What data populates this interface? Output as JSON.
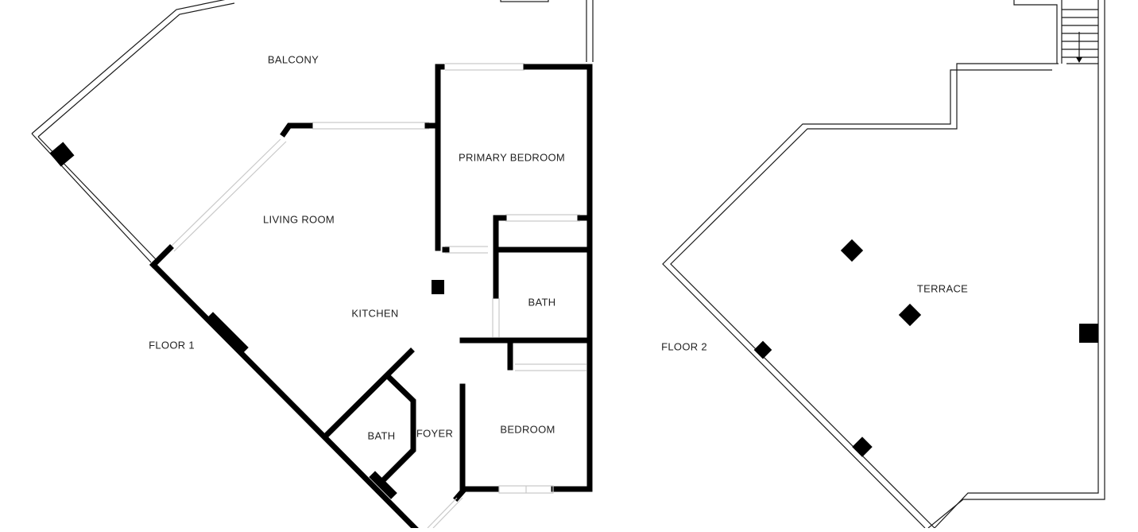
{
  "floor1": {
    "floor_label": "FLOOR 1",
    "rooms": {
      "balcony": "BALCONY",
      "primary_bedroom": "PRIMARY BEDROOM",
      "living_room": "LIVING ROOM",
      "kitchen": "KITCHEN",
      "bath_upper": "BATH",
      "bath_lower": "BATH",
      "foyer": "FOYER",
      "bedroom": "BEDROOM"
    }
  },
  "floor2": {
    "floor_label": "FLOOR 2",
    "rooms": {
      "terrace": "TERRACE"
    }
  }
}
